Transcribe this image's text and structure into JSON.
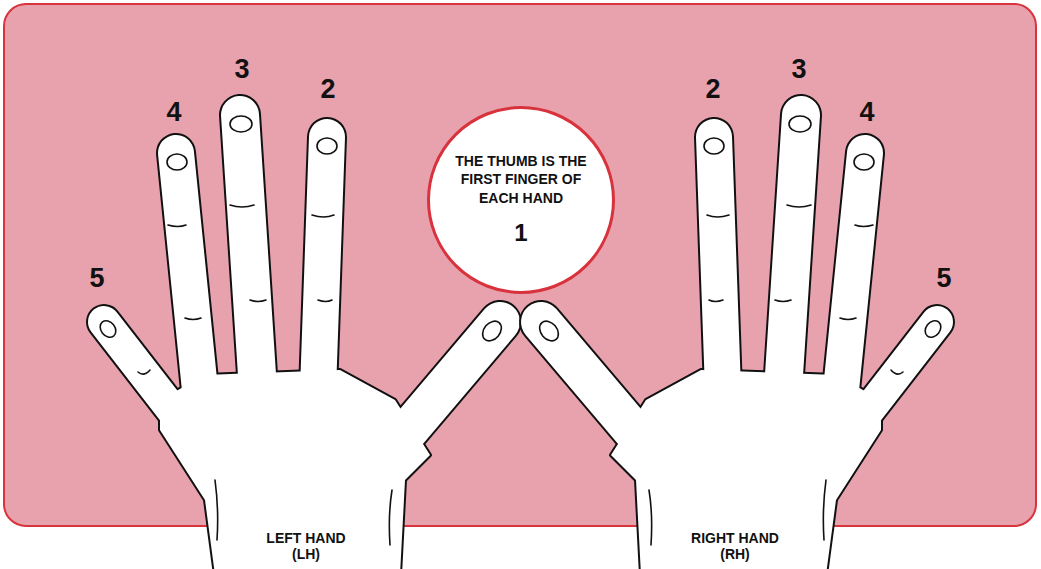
{
  "diagram": {
    "nodes": [
      {
        "text": [
          "THE THUMB IS THE FIRST FINGER OF EACH HAND",
          "1"
        ]
      }
    ],
    "labels": [
      "5",
      "4",
      "3",
      "2",
      "2",
      "3",
      "4",
      "5",
      "LEFT HAND (LH)",
      "RIGHT HAND (RH)"
    ]
  }
}
